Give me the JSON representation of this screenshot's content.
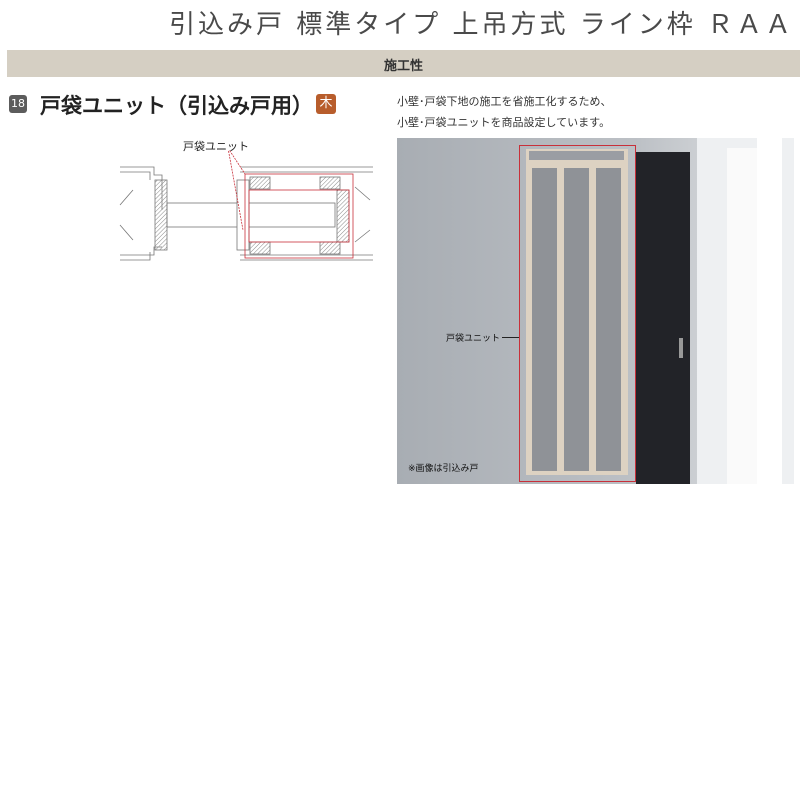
{
  "title": "引込み戸 標準タイプ 上吊方式 ライン枠 ＲＡＡ",
  "banner": "施工性",
  "section": {
    "number": "18",
    "heading": "戸袋ユニット（引込み戸用）",
    "badge": "木"
  },
  "diagram": {
    "label": "戸袋ユニット"
  },
  "description": [
    "小壁･戸袋下地の施工を省施工化するため、",
    "小壁･戸袋ユニットを商品設定しています。"
  ],
  "photo": {
    "label": "戸袋ユニット",
    "note": "※画像は引込み戸"
  },
  "colors": {
    "banner": "#d5cfc3",
    "badge": "#b85d2c",
    "highlight": "#c8303a"
  }
}
